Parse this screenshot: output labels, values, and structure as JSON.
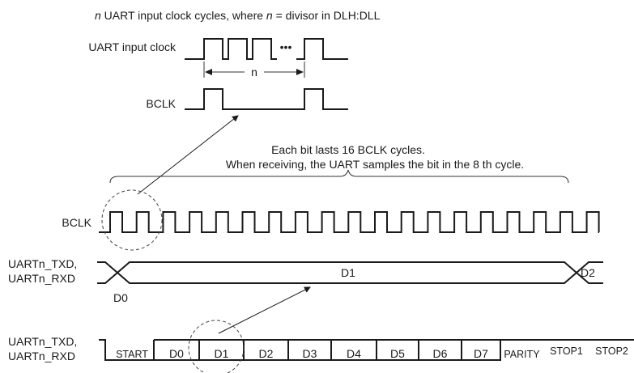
{
  "title": {
    "n_italic": "n",
    "mid_text": " UART input clock cycles, where ",
    "n2_italic": "n",
    "end_text": " = divisor in DLH:DLL"
  },
  "labels": {
    "uart_input_clock": "UART input clock",
    "bclk_top": "BCLK",
    "n_span": "n",
    "ellipsis": "•••",
    "bclk_mid": "BCLK"
  },
  "note": {
    "line1": "Each bit lasts 16 BCLK cycles.",
    "line2": "When receiving, the UART samples the bit in the 8 th cycle."
  },
  "bit_detail": {
    "signal_line1": "UARTn_TXD,",
    "signal_line2": "UARTn_RXD",
    "prev_bit": "D0",
    "bit": "D1",
    "next_bit": "D2"
  },
  "frame": {
    "signal_line1": "UARTn_TXD,",
    "signal_line2": "UARTn_RXD",
    "bits": [
      "START",
      "D0",
      "D1",
      "D2",
      "D3",
      "D4",
      "D5",
      "D6",
      "D7",
      "PARITY",
      "STOP1",
      "STOP2"
    ]
  },
  "colors": {
    "line": "#1a1a1a",
    "text": "#1a1a1a",
    "background": "#ffffff"
  }
}
